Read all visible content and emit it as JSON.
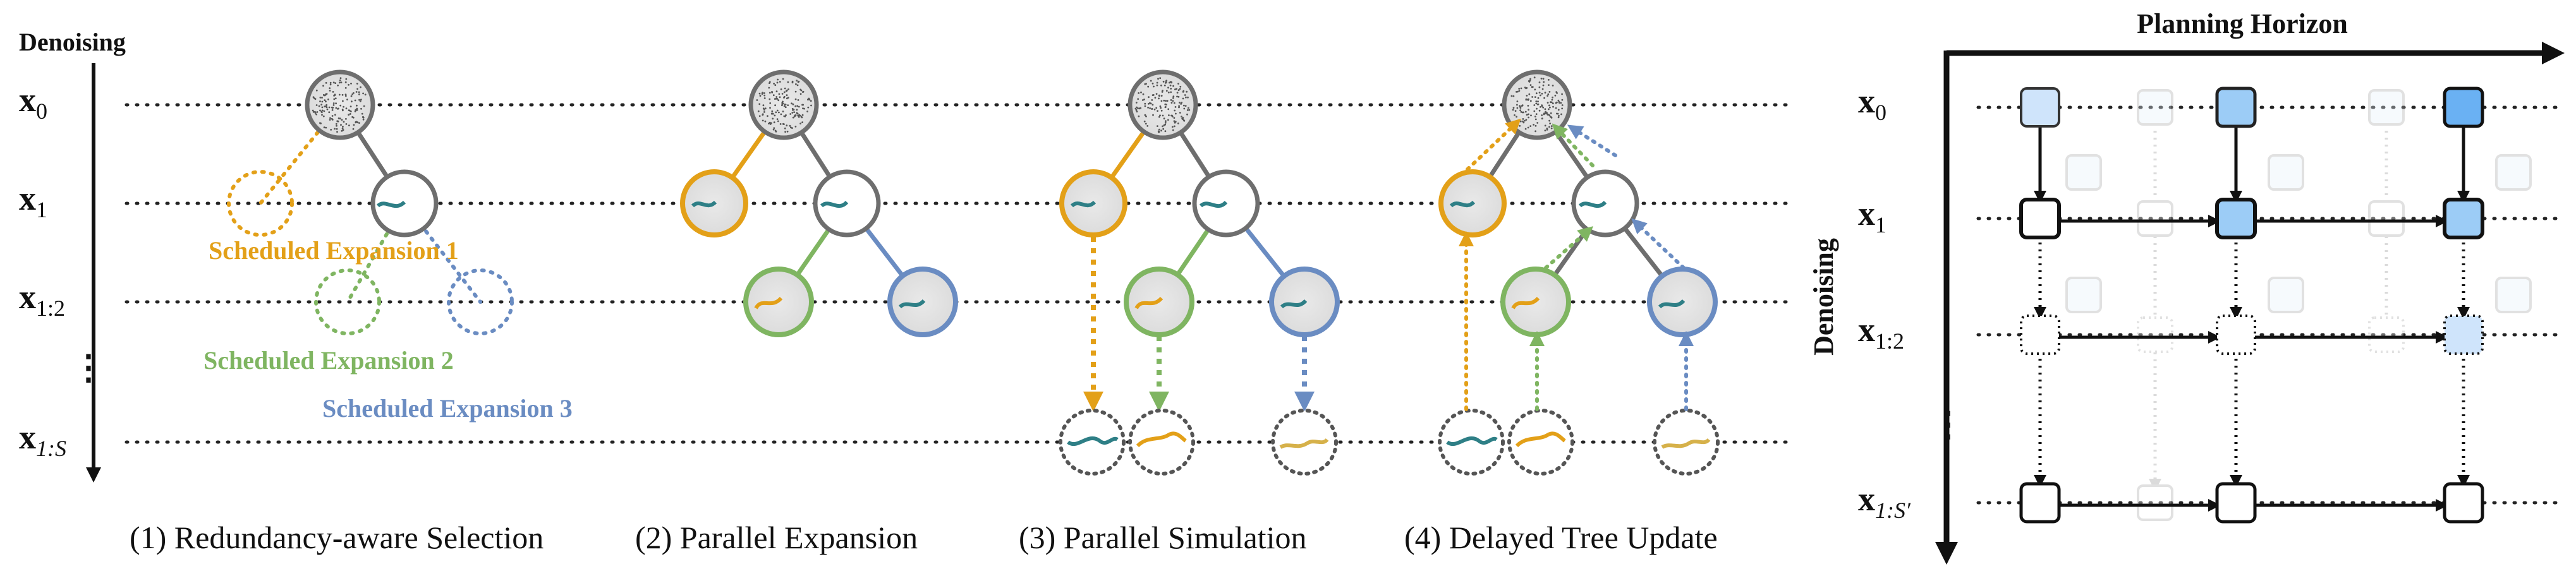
{
  "left_panel": {
    "denoising_label": "Denoising",
    "rows": {
      "x0_base": "x",
      "x0_sub": "0",
      "x1_base": "x",
      "x1_sub": "1",
      "x12_base": "x",
      "x12_sub": "1:2",
      "x1S_base": "x",
      "x1S_sub": "1:S"
    },
    "scheduled": [
      "Scheduled Expansion 1",
      "Scheduled Expansion 2",
      "Scheduled Expansion 3"
    ],
    "steps": [
      "(1) Redundancy-aware Selection",
      "(2) Parallel Expansion",
      "(3) Parallel Simulation",
      "(4) Delayed Tree Update"
    ]
  },
  "right_panel": {
    "horizon_label": "Planning Horizon",
    "denoising_label": "Denoising",
    "rows": {
      "x0_base": "x",
      "x0_sub": "0",
      "x1_base": "x",
      "x1_sub": "1",
      "x12_base": "x",
      "x12_sub": "1:2",
      "x1S_base": "x",
      "x1S_sub": "1:S′"
    }
  },
  "colors": {
    "orange": "#E3A018",
    "green": "#7FB561",
    "blue": "#6A8CC2",
    "teal": "#2E7F86",
    "gray_node": "#6E6E6E",
    "node_fill": "#EEEEEE",
    "blue_light": "#CFE4FB",
    "blue_mid": "#9CCCF6",
    "blue_dark": "#6AB1F3"
  }
}
